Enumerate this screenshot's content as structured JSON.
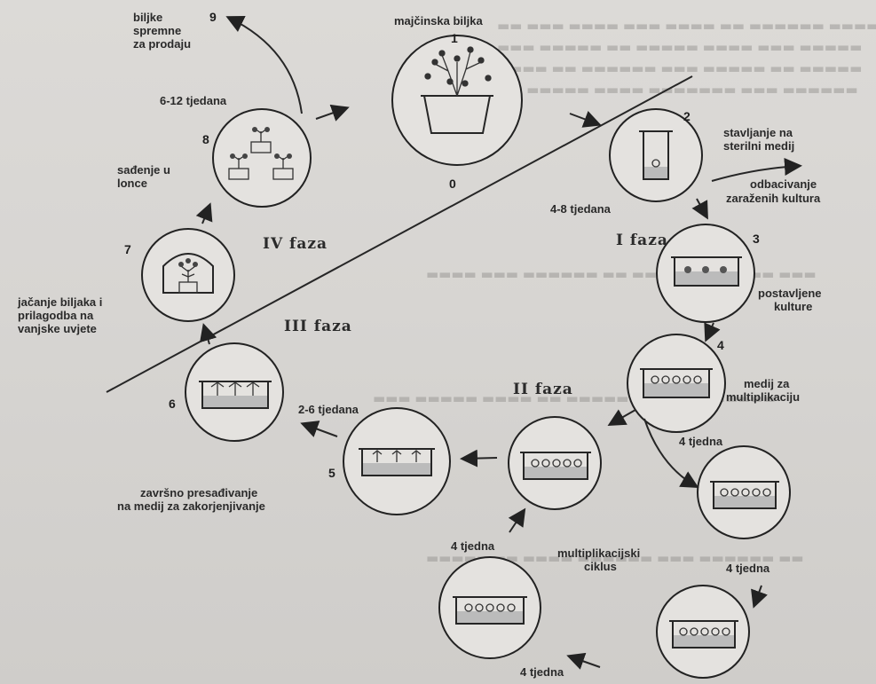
{
  "stages": {
    "s1": {
      "number": "1",
      "label": "majčinska biljka"
    },
    "s0": {
      "number": "0"
    },
    "s2": {
      "number": "2",
      "label_line1": "stavljanje na",
      "label_line2": "sterilni medij"
    },
    "s3": {
      "number": "3",
      "label_line1": "postavljene",
      "label_line2": "kulture"
    },
    "s4": {
      "number": "4",
      "label_line1": "medij za",
      "label_line2": "multiplikaciju"
    },
    "s5": {
      "number": "5",
      "label_line1": "završno presađivanje",
      "label_line2": "na medij za zakorjenjivanje"
    },
    "s6": {
      "number": "6"
    },
    "s7": {
      "number": "7",
      "label_line1": "jačanje biljaka i",
      "label_line2": "prilagodba na",
      "label_line3": "vanjske uvjete"
    },
    "s8": {
      "number": "8",
      "label_line1": "sađenje u",
      "label_line2": "lonce"
    },
    "s9": {
      "number": "9",
      "label_line1": "biljke",
      "label_line2": "spremne",
      "label_line3": "za prodaju"
    }
  },
  "phases": {
    "p1": "I faza",
    "p2": "II faza",
    "p3": "III faza",
    "p4": "IV faza"
  },
  "durations": {
    "d_4_8": "4-8 tjedana",
    "d_6_12": "6-12 tjedana",
    "d_2_6": "2-6 tjedana",
    "d_4a": "4 tjedna",
    "d_4b": "4 tjedna",
    "d_4c": "4 tjedna",
    "d_4d": "4 tjedna"
  },
  "side": {
    "discard_line1": "odbacivanje",
    "discard_line2": "zaraženih kultura"
  },
  "cycle": {
    "line1": "multiplikacijski",
    "line2": "ciklus"
  }
}
